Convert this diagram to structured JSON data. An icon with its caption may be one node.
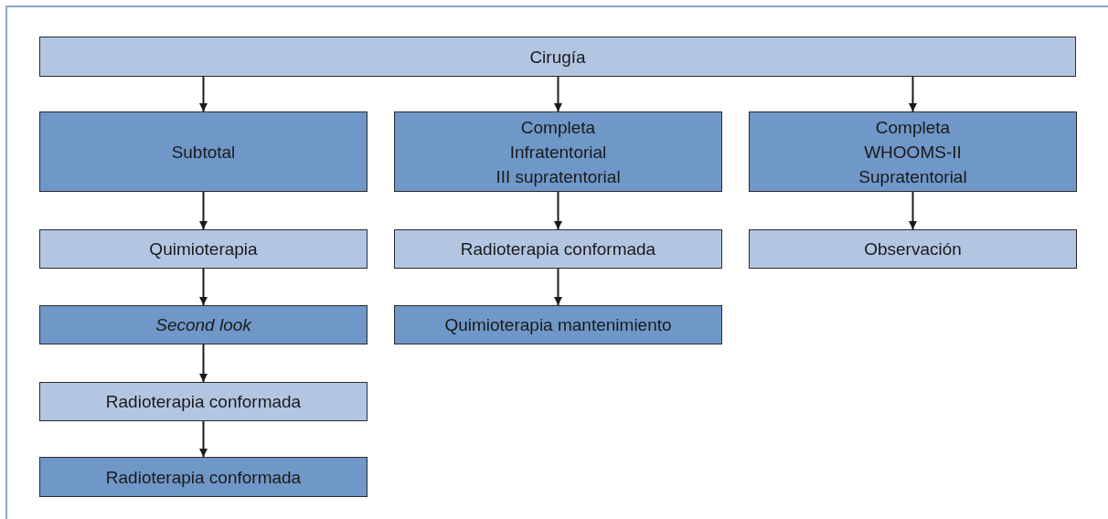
{
  "diagram": {
    "nodes": [
      {
        "text": [
          "Cirugía"
        ]
      },
      {
        "text": [
          "Subtotal"
        ]
      },
      {
        "text": [
          "Completa",
          "Infratentorial",
          "III supratentorial"
        ]
      },
      {
        "text": [
          "Completa",
          "WHOOMS-II",
          "Supratentorial"
        ]
      },
      {
        "text": [
          "Quimioterapia"
        ]
      },
      {
        "text": [
          "Radioterapia conformada"
        ]
      },
      {
        "text": [
          "Observación"
        ]
      },
      {
        "text": [
          "Second look"
        ]
      },
      {
        "text": [
          "Quimioterapia mantenimiento"
        ]
      },
      {
        "text": [
          "Radioterapia conformada"
        ]
      },
      {
        "text": [
          "Radioterapia conformada"
        ]
      }
    ],
    "edges": [
      {
        "from": 0,
        "to": 1,
        "arrow": "to"
      },
      {
        "from": 0,
        "to": 2,
        "arrow": "to"
      },
      {
        "from": 0,
        "to": 3,
        "arrow": "to"
      },
      {
        "from": 1,
        "to": 4,
        "arrow": "to"
      },
      {
        "from": 2,
        "to": 5,
        "arrow": "to"
      },
      {
        "from": 3,
        "to": 6,
        "arrow": "to"
      },
      {
        "from": 4,
        "to": 7,
        "arrow": "to"
      },
      {
        "from": 5,
        "to": 8,
        "arrow": "to"
      },
      {
        "from": 7,
        "to": 9,
        "arrow": "to"
      },
      {
        "from": 9,
        "to": 10,
        "arrow": "to"
      }
    ]
  }
}
